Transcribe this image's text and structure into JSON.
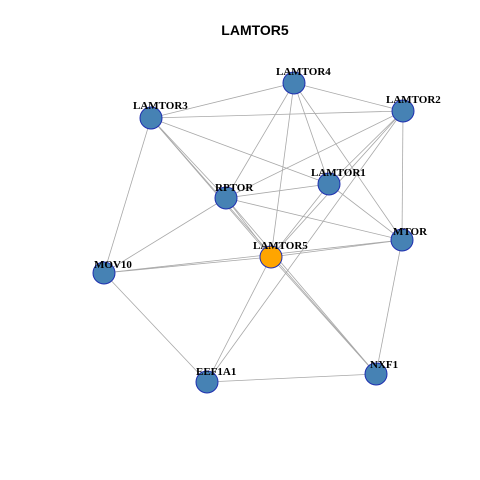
{
  "title": "LAMTOR5",
  "colors": {
    "node_fill": "#4682b4",
    "highlight_fill": "#ffa500",
    "node_stroke": "#1f2fb0",
    "edge": "#a8a8a8"
  },
  "nodes": [
    {
      "id": "LAMTOR4",
      "label": "LAMTOR4"
    },
    {
      "id": "LAMTOR3",
      "label": "LAMTOR3"
    },
    {
      "id": "LAMTOR2",
      "label": "LAMTOR2"
    },
    {
      "id": "LAMTOR1",
      "label": "LAMTOR1"
    },
    {
      "id": "RPTOR",
      "label": "RPTOR"
    },
    {
      "id": "MTOR",
      "label": "MTOR"
    },
    {
      "id": "LAMTOR5",
      "label": "LAMTOR5",
      "highlight": true
    },
    {
      "id": "MOV10",
      "label": "MOV10"
    },
    {
      "id": "EEF1A1",
      "label": "EEF1A1"
    },
    {
      "id": "NXF1",
      "label": "NXF1"
    }
  ],
  "edges": [
    [
      "LAMTOR4",
      "LAMTOR3"
    ],
    [
      "LAMTOR4",
      "LAMTOR2"
    ],
    [
      "LAMTOR4",
      "LAMTOR1"
    ],
    [
      "LAMTOR4",
      "RPTOR"
    ],
    [
      "LAMTOR4",
      "MTOR"
    ],
    [
      "LAMTOR4",
      "LAMTOR5"
    ],
    [
      "LAMTOR3",
      "LAMTOR2"
    ],
    [
      "LAMTOR3",
      "LAMTOR1"
    ],
    [
      "LAMTOR3",
      "RPTOR"
    ],
    [
      "LAMTOR3",
      "LAMTOR5"
    ],
    [
      "LAMTOR3",
      "MOV10"
    ],
    [
      "LAMTOR3",
      "NXF1"
    ],
    [
      "LAMTOR2",
      "LAMTOR1"
    ],
    [
      "LAMTOR2",
      "RPTOR"
    ],
    [
      "LAMTOR2",
      "MTOR"
    ],
    [
      "LAMTOR2",
      "LAMTOR5"
    ],
    [
      "LAMTOR2",
      "EEF1A1"
    ],
    [
      "LAMTOR1",
      "RPTOR"
    ],
    [
      "LAMTOR1",
      "MTOR"
    ],
    [
      "LAMTOR1",
      "LAMTOR5"
    ],
    [
      "RPTOR",
      "MTOR"
    ],
    [
      "RPTOR",
      "LAMTOR5"
    ],
    [
      "RPTOR",
      "MOV10"
    ],
    [
      "RPTOR",
      "NXF1"
    ],
    [
      "MTOR",
      "LAMTOR5"
    ],
    [
      "MTOR",
      "MOV10"
    ],
    [
      "MTOR",
      "NXF1"
    ],
    [
      "LAMTOR5",
      "MOV10"
    ],
    [
      "LAMTOR5",
      "EEF1A1"
    ],
    [
      "LAMTOR5",
      "NXF1"
    ],
    [
      "MOV10",
      "EEF1A1"
    ],
    [
      "EEF1A1",
      "NXF1"
    ]
  ]
}
